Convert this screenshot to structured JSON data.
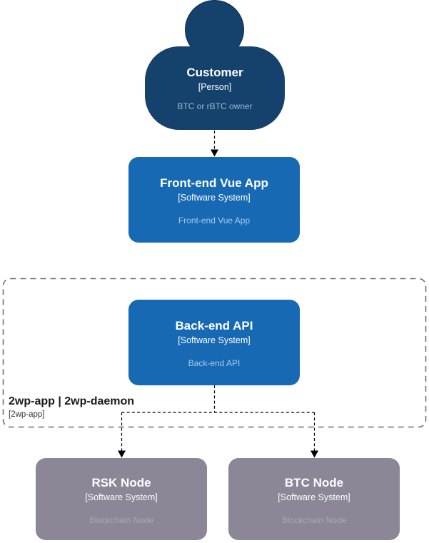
{
  "nodes": {
    "customer": {
      "title": "Customer",
      "type": "[Person]",
      "description": "BTC or rBTC owner"
    },
    "frontend": {
      "title": "Front-end Vue App",
      "type": "[Software System]",
      "description": "Front-end Vue App"
    },
    "backend": {
      "title": "Back-end API",
      "type": "[Software System]",
      "description": "Back-end API"
    },
    "rsk_node": {
      "title": "RSK Node",
      "type": "[Software System]",
      "description": "Blockchain Node"
    },
    "btc_node": {
      "title": "BTC Node",
      "type": "[Software System]",
      "description": "Blockchain Node"
    }
  },
  "boundary": {
    "title": "2wp-app | 2wp-daemon",
    "subtitle": "[2wp-app]"
  },
  "edges": [
    {
      "from": "Customer",
      "to": "Front-end Vue App",
      "style": "dashed-arrow"
    },
    {
      "from": "Back-end API",
      "to": "RSK Node",
      "style": "dashed-arrow"
    },
    {
      "from": "Back-end API",
      "to": "BTC Node",
      "style": "dashed-arrow"
    }
  ],
  "colors": {
    "person_fill": "#15426D",
    "software_system_fill": "#1769B4",
    "blockchain_node_fill": "#8C8696",
    "boundary_border": "#6F6F6F",
    "edge": "#000000",
    "background": "#FFFFFF"
  }
}
